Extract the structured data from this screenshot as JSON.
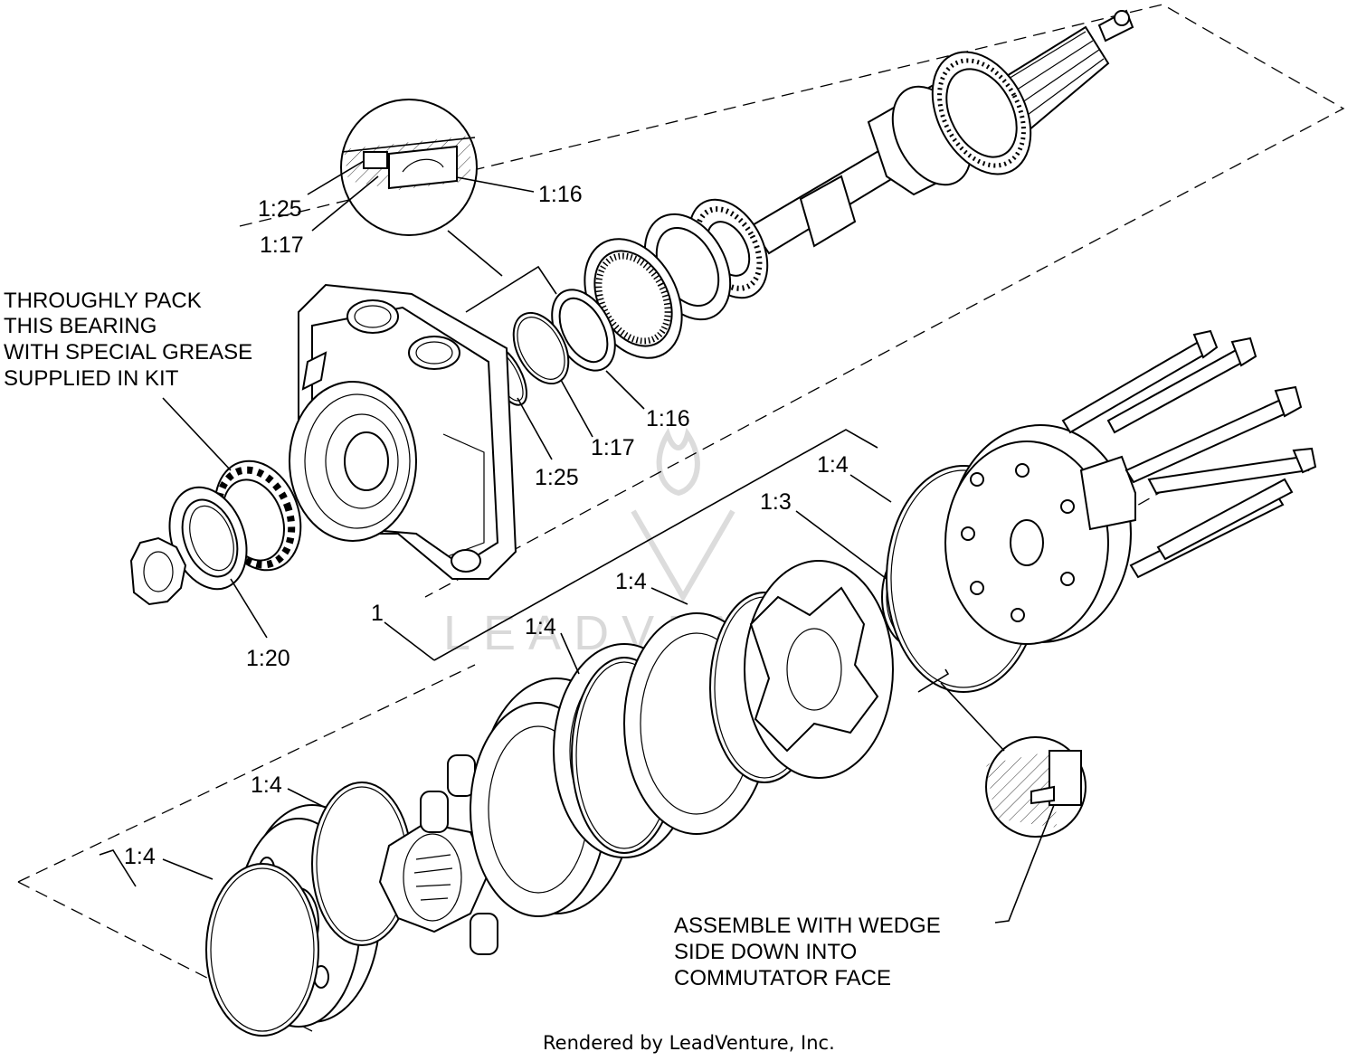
{
  "diagram": {
    "labels": {
      "seal_detail_1_25": "1:25",
      "seal_detail_1_17": "1:17",
      "seal_detail_1_16": "1:16",
      "seal_1_25": "1:25",
      "seal_1_17": "1:17",
      "seal_1_16": "1:16",
      "bearing_1_20": "1:20",
      "assembly_1": "1",
      "oring_1_4_a": "1:4",
      "oring_1_3": "1:3",
      "oring_1_4_b": "1:4",
      "oring_1_4_c": "1:4",
      "oring_1_4_d": "1:4",
      "oring_1_4_e": "1:4"
    },
    "notes": {
      "grease_line1": "THROUGHLY PACK",
      "grease_line2": "THIS BEARING",
      "grease_line3": "WITH SPECIAL GREASE",
      "grease_line4": "SUPPLIED IN KIT",
      "assemble_line1": "ASSEMBLE WITH WEDGE",
      "assemble_line2": "SIDE  DOWN INTO",
      "assemble_line3": "COMMUTATOR FACE"
    },
    "watermark": "LEADVENTURE",
    "credit": "Rendered by LeadVenture, Inc."
  }
}
